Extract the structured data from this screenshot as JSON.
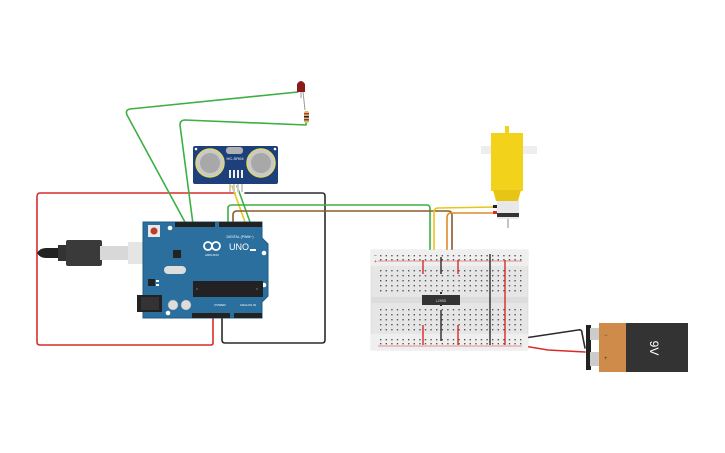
{
  "app": {
    "title": "Circuit design canvas"
  },
  "colors": {
    "background": "#ffffff",
    "arduino_board": "#2a6f9e",
    "arduino_edge": "#1f5a82",
    "sensor_board": "#1d3f7a",
    "breadboard": "#e6e6e6",
    "wire_green": "#3cb043",
    "wire_red": "#d92b2b",
    "wire_black": "#2b2b2b",
    "wire_yellow": "#e8c51a",
    "wire_brown": "#8b5a2b",
    "wire_orange": "#e08a2a",
    "motor_yellow": "#f2d21a",
    "battery_orange": "#cf8b4a",
    "battery_black": "#333333",
    "led_red": "#8b1a1a"
  },
  "components": {
    "arduino": {
      "name": "Arduino Uno",
      "logo_text": "UNO",
      "brand_text": "ARDUINO",
      "digital_label": "DIGITAL (PWM~)",
      "power_label": "POWER",
      "analog_label": "ANALOG IN",
      "led_labels": [
        "L",
        "TX",
        "RX"
      ],
      "on_label": "ON"
    },
    "ultrasonic_sensor": {
      "label": "HC-SR04",
      "pin_labels": [
        "VCC",
        "Trig",
        "Echo",
        "GND"
      ]
    },
    "motor_driver_ic": {
      "label": "L293D"
    },
    "battery": {
      "label": "9V",
      "minus": "−",
      "plus": "+"
    },
    "dc_motor": {
      "name": "Hobby gearmotor"
    },
    "led": {
      "name": "Red LED"
    },
    "resistor": {
      "name": "Resistor"
    },
    "breadboard": {
      "name": "Breadboard small",
      "rail_minus": "−",
      "rail_plus": "+"
    }
  }
}
